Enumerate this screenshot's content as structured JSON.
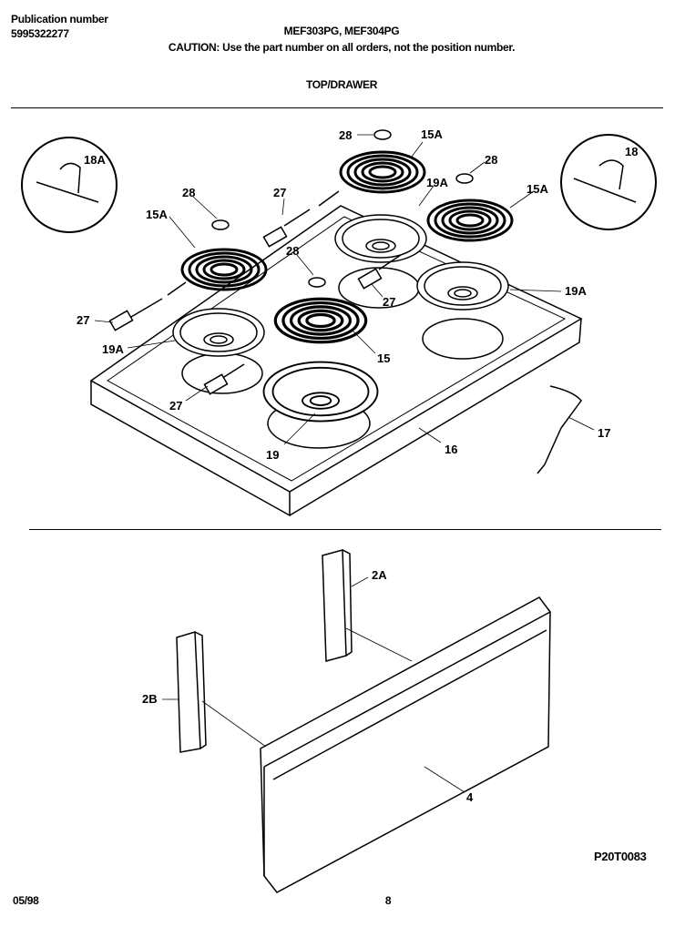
{
  "header": {
    "publication_label": "Publication number",
    "publication_number": "5995322277",
    "models": "MEF303PG, MEF304PG",
    "caution": "CAUTION:  Use the part number on all orders, not the position number.",
    "section_title": "TOP/DRAWER"
  },
  "callouts": {
    "c_18A_inset": "18A",
    "c_18_inset": "18",
    "c_28_top": "28",
    "c_15A_top": "15A",
    "c_28_right": "28",
    "c_19A_topcenter": "19A",
    "c_15A_right": "15A",
    "c_28_left": "28",
    "c_27_topleft": "27",
    "c_15A_left": "15A",
    "c_28_mid": "28",
    "c_27_center": "27",
    "c_19A_right": "19A",
    "c_27_left": "27",
    "c_19A_left": "19A",
    "c_15": "15",
    "c_27_bottom": "27",
    "c_19": "19",
    "c_16": "16",
    "c_17": "17",
    "c_2A": "2A",
    "c_2B": "2B",
    "c_4": "4"
  },
  "footer": {
    "figure_code": "P20T0083",
    "date": "05/98",
    "page": "8"
  }
}
